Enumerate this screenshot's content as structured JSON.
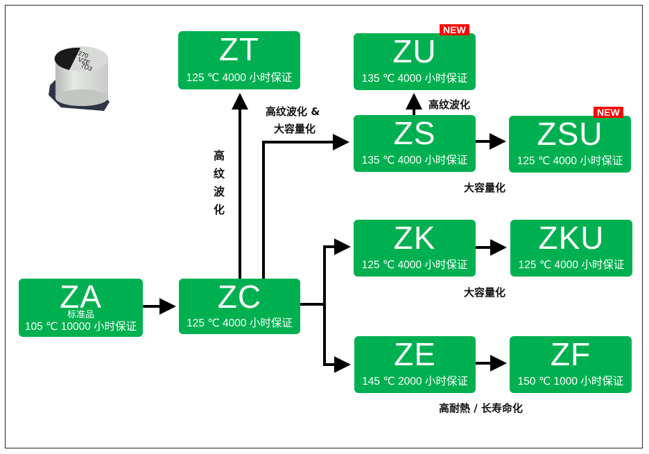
{
  "diagram": {
    "title": "Capacitor series evolution",
    "accent_color": "#00b050",
    "badge_color": "#ff0000",
    "product_image": {
      "label": "SMD aluminum electrolytic capacitor",
      "markings": [
        "270",
        "VZE",
        "7D3"
      ]
    },
    "nodes": {
      "ZA": {
        "code": "ZA",
        "sub": "标准品",
        "spec": "105 ℃ 10000 小时保证"
      },
      "ZC": {
        "code": "ZC",
        "spec": "125 ℃ 4000 小时保证"
      },
      "ZT": {
        "code": "ZT",
        "spec": "125 ℃ 4000 小时保证"
      },
      "ZU": {
        "code": "ZU",
        "spec": "135 ℃ 4000 小时保证",
        "badge": "NEW"
      },
      "ZS": {
        "code": "ZS",
        "spec": "135 ℃ 4000 小时保证"
      },
      "ZSU": {
        "code": "ZSU",
        "spec": "125 ℃ 4000 小时保证",
        "badge": "NEW"
      },
      "ZK": {
        "code": "ZK",
        "spec": "125 ℃ 4000 小时保证"
      },
      "ZKU": {
        "code": "ZKU",
        "spec": "125 ℃ 4000 小时保证"
      },
      "ZE": {
        "code": "ZE",
        "spec": "145 ℃ 2000 小时保证"
      },
      "ZF": {
        "code": "ZF",
        "spec": "150 ℃ 1000 小时保证"
      }
    },
    "edges": [
      {
        "from": "ZA",
        "to": "ZC"
      },
      {
        "from": "ZC",
        "to": "ZT",
        "label": "高纹波化"
      },
      {
        "from": "ZC",
        "to": "ZS",
        "label": "高纹波化 & 大容量化"
      },
      {
        "from": "ZS",
        "to": "ZU",
        "label": "高纹波化"
      },
      {
        "from": "ZS",
        "to": "ZSU",
        "label": "大容量化"
      },
      {
        "from": "ZC",
        "to": "ZK"
      },
      {
        "from": "ZK",
        "to": "ZKU",
        "label": "大容量化"
      },
      {
        "from": "ZC",
        "to": "ZE"
      },
      {
        "from": "ZE",
        "to": "ZF",
        "label": "高耐熱 / 长寿命化"
      }
    ],
    "labels": {
      "zt_vertical": [
        "高",
        "纹",
        "波",
        "化"
      ],
      "zs_line1": "高纹波化 &",
      "zs_line2": "大容量化",
      "zu": "高纹波化",
      "zsu": "大容量化",
      "zku": "大容量化",
      "zf": "高耐熱 / 长寿命化"
    }
  }
}
